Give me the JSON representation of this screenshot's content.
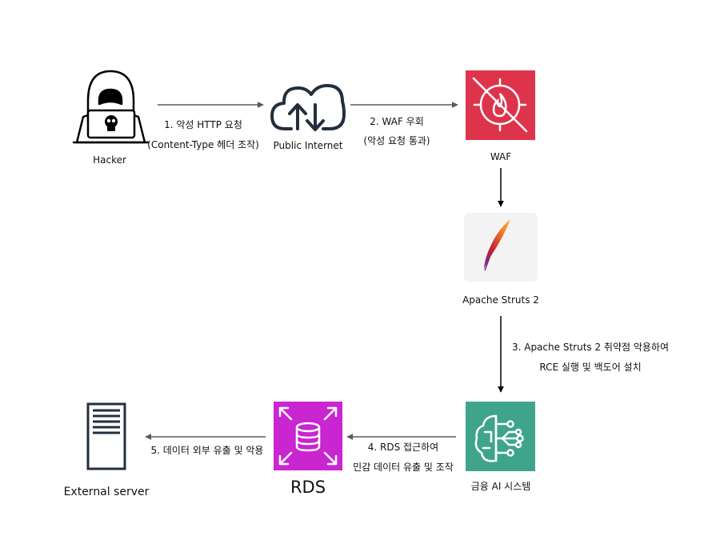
{
  "nodes": {
    "hacker": {
      "label": "Hacker"
    },
    "internet": {
      "label": "Public Internet",
      "color": "#232f3e"
    },
    "waf": {
      "label": "WAF",
      "color": "#dd344c"
    },
    "struts": {
      "label": "Apache Struts 2"
    },
    "ai": {
      "label": "금융 AI 시스템",
      "color": "#3ea58c"
    },
    "rds": {
      "label": "RDS",
      "color": "#c925d1"
    },
    "server": {
      "label": "External server",
      "color": "#232f3e"
    }
  },
  "edges": {
    "step1": {
      "line1": "1. 악성 HTTP 요청",
      "line2": "(Content-Type 헤더 조작)"
    },
    "step2": {
      "line1": "2. WAF 우회",
      "line2": "(악성 요청 통과)"
    },
    "step3": {
      "line1": "3. Apache Struts 2 취약점 악용하여",
      "line2": "RCE 실행 및 백도어 설치"
    },
    "step4": {
      "line1": "4. RDS 접근하여",
      "line2": "민감 데이터 유출 및 조작"
    },
    "step5": {
      "line1": "5. 데이터 외부 유출 및 악용"
    }
  }
}
